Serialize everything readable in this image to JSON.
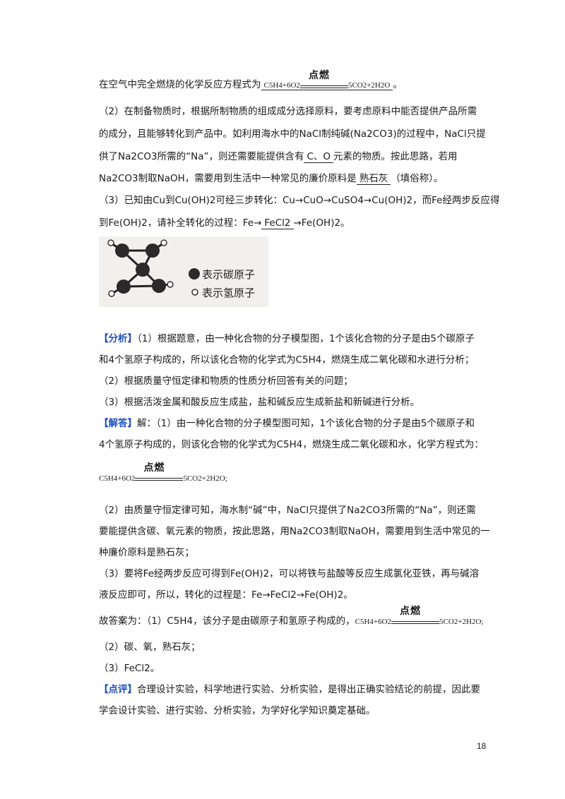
{
  "lines": {
    "l1": {
      "pre": "在空气中完全燃烧的化学反应方程式为",
      "eq_left": "C5H4+6O2",
      "cond": "点燃",
      "eq_right": "5CO2+2H2O",
      "post": "。"
    },
    "l2": "（2）在制备物质时，根据所制物质的组成成分选择原料，要考虑原料中能否提供产品所需",
    "l3": "的成分，且能够转化到产品中。如利用海水中的NaCl制纯碱(Na2CO3)的过程中，NaCl只提",
    "l4": {
      "pre": "供了Na2CO3所需的“Na”，则还需要能提供含有",
      "blank": "C、O",
      "post": "元素的物质。按此思路，若用"
    },
    "l5": {
      "pre": "Na2CO3制取NaOH，需要用到生活中一种常见的廉价原料是",
      "blank": "熟石灰",
      "post": "（填俗称）。"
    },
    "l6": "（3）已知由Cu到Cu(OH)2可经三步转化：Cu→CuO→CuSO4→Cu(OH)2，而Fe经两步反应得",
    "l7": {
      "pre": "到Fe(OH)2，请补全转化的过程：Fe→",
      "blank": "FeCl2",
      "post": "→Fe(OH)2。"
    }
  },
  "figure": {
    "legend_carbon": "表示碳原子",
    "legend_hydrogen": "表示氢原子"
  },
  "analysis": {
    "tag": "【分析】",
    "p1": "（1）根据题意，由一种化合物的分子模型图，1个该化合物的分子是由5个碳原子",
    "p2": "和4个氢原子构成的，所以该化合物的化学式为C5H4，燃烧生成二氧化碳和水进行分析；",
    "p3": "（2）根据质量守恒定律和物质的性质分析回答有关的问题；",
    "p4": "（3）根据活泼金属和酸反应生成盐，盐和碱反应生成新盐和新碱进行分析。"
  },
  "solution": {
    "tag": "【解答】",
    "p1": "解：（1）由一种化合物的分子模型图可知，1个该化合物的分子是由5个碳原子和",
    "p2": "4个氢原子构成的，则该化合物的化学式为C5H4，燃烧生成二氧化碳和水，化学方程式为：",
    "eq_left": "C5H4+6O2",
    "cond": "点燃",
    "eq_right": "5CO2+2H2O;",
    "p3": "（2）由质量守恒定律可知，海水制“碱”中，NaCl只提供了Na2CO3所需的“Na”，则还需",
    "p4": "要能提供含碳、氧元素的物质，按此思路，用Na2CO3制取NaOH，需要用到生活中常见的一",
    "p5": "种廉价原料是熟石灰；",
    "p6": "（3）要将Fe经两步反应可得到Fe(OH)2，可以将铁与盐酸等反应生成氯化亚铁，再与碱溶",
    "p7": "液反应即可，所以，转化的过程是：Fe→FeCl2→Fe(OH)2。"
  },
  "answer": {
    "pre": "故答案为：（1）C5H4，该分子是由碳原子和氢原子构成的，",
    "eq_left": "C5H4+6O2",
    "cond": "点燃",
    "eq_right": "5CO2+2H2O;",
    "a2": "（2）碳、氧，熟石灰；",
    "a3": "（3）FeCl2。"
  },
  "comment": {
    "tag": "【点评】",
    "p1": "合理设计实验，科学地进行实验、分析实验，是得出正确实验结论的前提，因此要",
    "p2": "学会设计实验、进行实验、分析实验，为学好化学知识奠定基础。"
  },
  "page_number": "18"
}
